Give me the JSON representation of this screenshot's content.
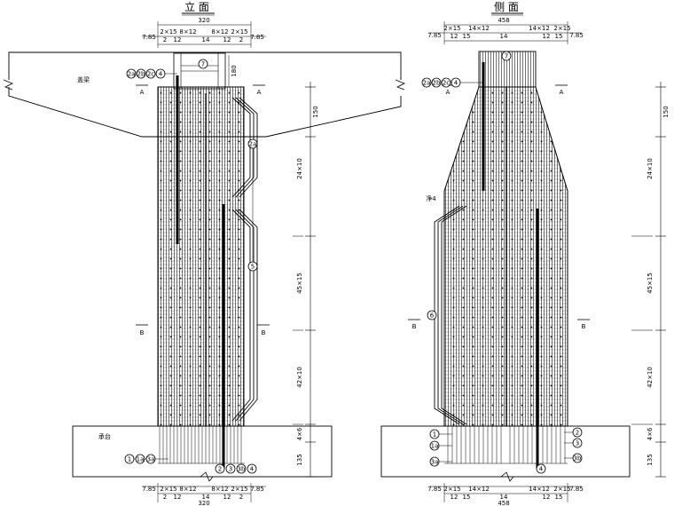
{
  "front": {
    "title": "立 面",
    "top_total": "320",
    "top_row1": [
      "7.85",
      "2×15",
      "8×12",
      "8×12",
      "2×15",
      "7.85"
    ],
    "top_row2": [
      "2",
      "12",
      "14",
      "12",
      "2"
    ],
    "bottom_row1": [
      "7.85",
      "2×15",
      "8×12",
      "8×12",
      "2×15",
      "7.85"
    ],
    "bottom_row2": [
      "2",
      "12",
      "14",
      "12",
      "2"
    ],
    "bottom_total": "320",
    "cap_label": "盖梁",
    "cap_dim": "180",
    "base_label": "承台",
    "section_A_left": "A",
    "section_A_right": "A",
    "section_B_left": "B",
    "section_B_right": "B",
    "vert_dims": [
      "150",
      "24×10",
      "45×15",
      "42×10",
      "4×6",
      "135"
    ],
    "top_bubbles": [
      "2a",
      "2b",
      "2c",
      "4"
    ],
    "bubble_7": "7",
    "bubble_side": [
      "2a",
      "5"
    ],
    "base_left_bubbles": [
      "1",
      "1a",
      "3a"
    ],
    "base_right_bubbles": [
      "2",
      "3",
      "3b",
      "4"
    ]
  },
  "side": {
    "title": "侧 面",
    "top_total": "458",
    "top_row1": [
      "7.85",
      "2×15",
      "14×12",
      "14×12",
      "2×15",
      "7.85"
    ],
    "top_row2": [
      "12",
      "15",
      "14",
      "12",
      "15"
    ],
    "bottom_row1": [
      "7.85",
      "2×15",
      "14×12",
      "14×12",
      "2×15",
      "7.85"
    ],
    "bottom_row2": [
      "12",
      "15",
      "14",
      "12",
      "15"
    ],
    "bottom_total": "458",
    "section_A_left": "A",
    "section_A_right": "A",
    "section_B_left": "B",
    "section_B_right": "B",
    "label_4": "净4",
    "vert_dims": [
      "150",
      "24×10",
      "45×15",
      "42×10",
      "4×6",
      "135"
    ],
    "top_bubbles": [
      "2a",
      "2b",
      "2c",
      "4"
    ],
    "bubble_7": "7",
    "bubble_6": "6",
    "base_left_bubbles": [
      "1",
      "1a",
      "3a"
    ],
    "base_right_bubbles": [
      "2",
      "3",
      "3b",
      "4"
    ]
  }
}
